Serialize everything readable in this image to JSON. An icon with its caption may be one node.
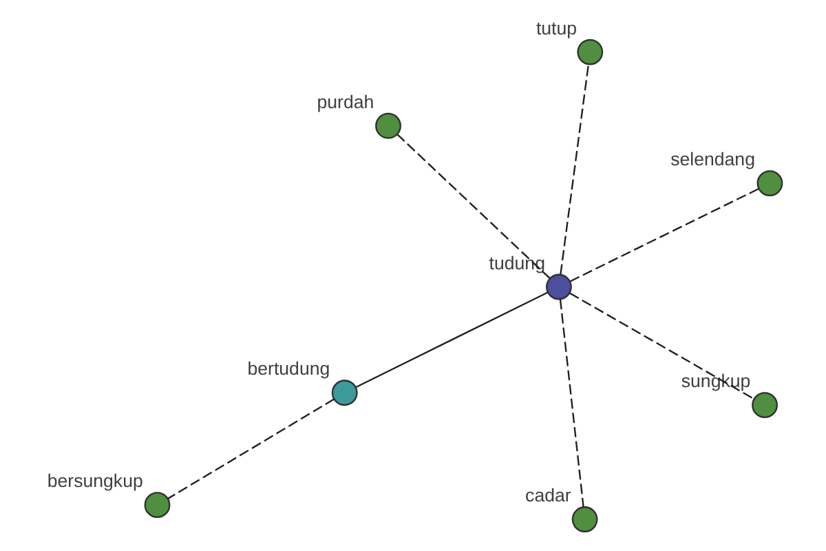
{
  "diagram": {
    "nodes": [
      {
        "text": [
          "bertudung"
        ]
      },
      {
        "text": [
          "selendang"
        ]
      },
      {
        "text": [
          "bersungkup"
        ]
      },
      {
        "text": [
          "tudung"
        ]
      },
      {
        "text": [
          "tutup"
        ]
      },
      {
        "text": [
          "purdah"
        ]
      },
      {
        "text": [
          "cadar"
        ]
      },
      {
        "text": [
          "sungkup"
        ]
      }
    ],
    "edges": [
      {
        "from": 0,
        "to": 3,
        "arrow": "none"
      },
      {
        "from": 0,
        "to": 2,
        "arrow": "none",
        "style": "dashed"
      },
      {
        "from": 3,
        "to": 1,
        "arrow": "none",
        "style": "dashed"
      },
      {
        "from": 3,
        "to": 4,
        "arrow": "none",
        "style": "dashed"
      },
      {
        "from": 3,
        "to": 5,
        "arrow": "none",
        "style": "dashed"
      },
      {
        "from": 3,
        "to": 7,
        "arrow": "none",
        "style": "dashed"
      },
      {
        "from": 3,
        "to": 6,
        "arrow": "none",
        "style": "dashed"
      }
    ]
  }
}
